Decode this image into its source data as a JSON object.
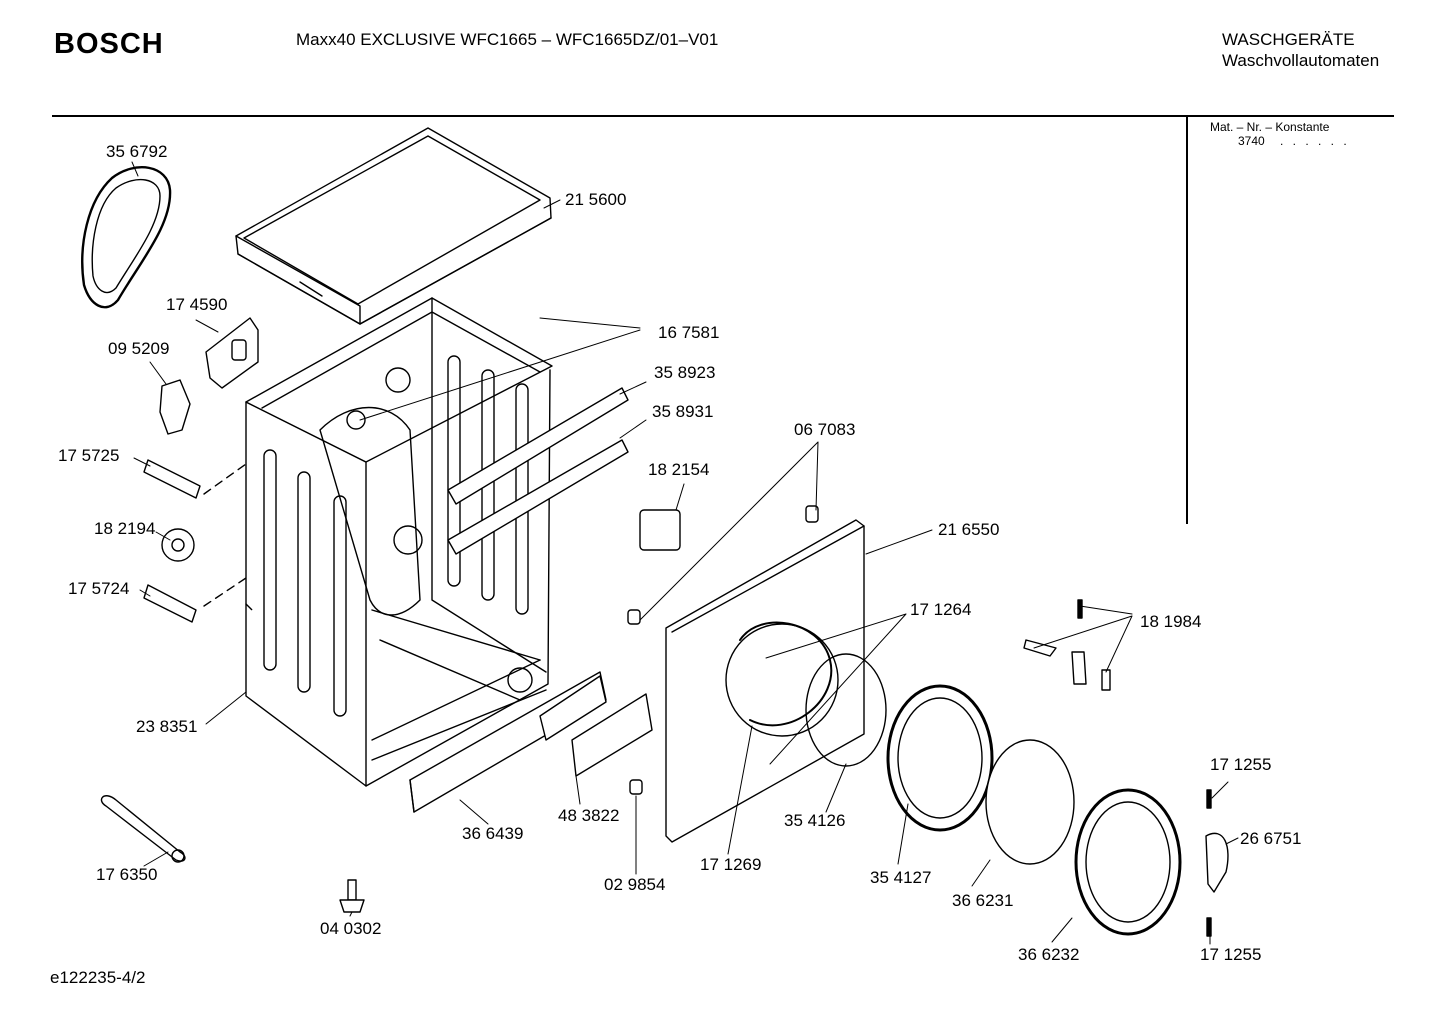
{
  "header": {
    "brand": "BOSCH",
    "model_line": "Maxx40 EXCLUSIVE WFC1665 – WFC1665DZ/01–V01",
    "category": "WASCHGERÄTE",
    "subcategory": "Waschvollautomaten"
  },
  "mat_box": {
    "heading": "Mat. – Nr. – Konstante",
    "value": "3740",
    "dots": ". . . . . ."
  },
  "footer": {
    "code": "e122235-4/2"
  },
  "part_numbers": {
    "p356792": "35 6792",
    "p215600": "21 5600",
    "p174590": "17 4590",
    "p167581": "16 7581",
    "p095209": "09 5209",
    "p358923": "35 8923",
    "p358931": "35 8931",
    "p067083": "06 7083",
    "p175725": "17 5725",
    "p182154": "18 2154",
    "p182194": "18 2194",
    "p216550": "21 6550",
    "p175724": "17 5724",
    "p171264": "17 1264",
    "p181984": "18 1984",
    "p238351": "23 8351",
    "p171255a": "17 1255",
    "p483822": "48 3822",
    "p366439": "36 6439",
    "p354126": "35 4126",
    "p266751": "26 6751",
    "p176350": "17 6350",
    "p171269": "17 1269",
    "p029854": "02 9854",
    "p354127": "35 4127",
    "p366231": "36 6231",
    "p040302": "04 0302",
    "p366232": "36 6232",
    "p171255b": "17 1255"
  }
}
